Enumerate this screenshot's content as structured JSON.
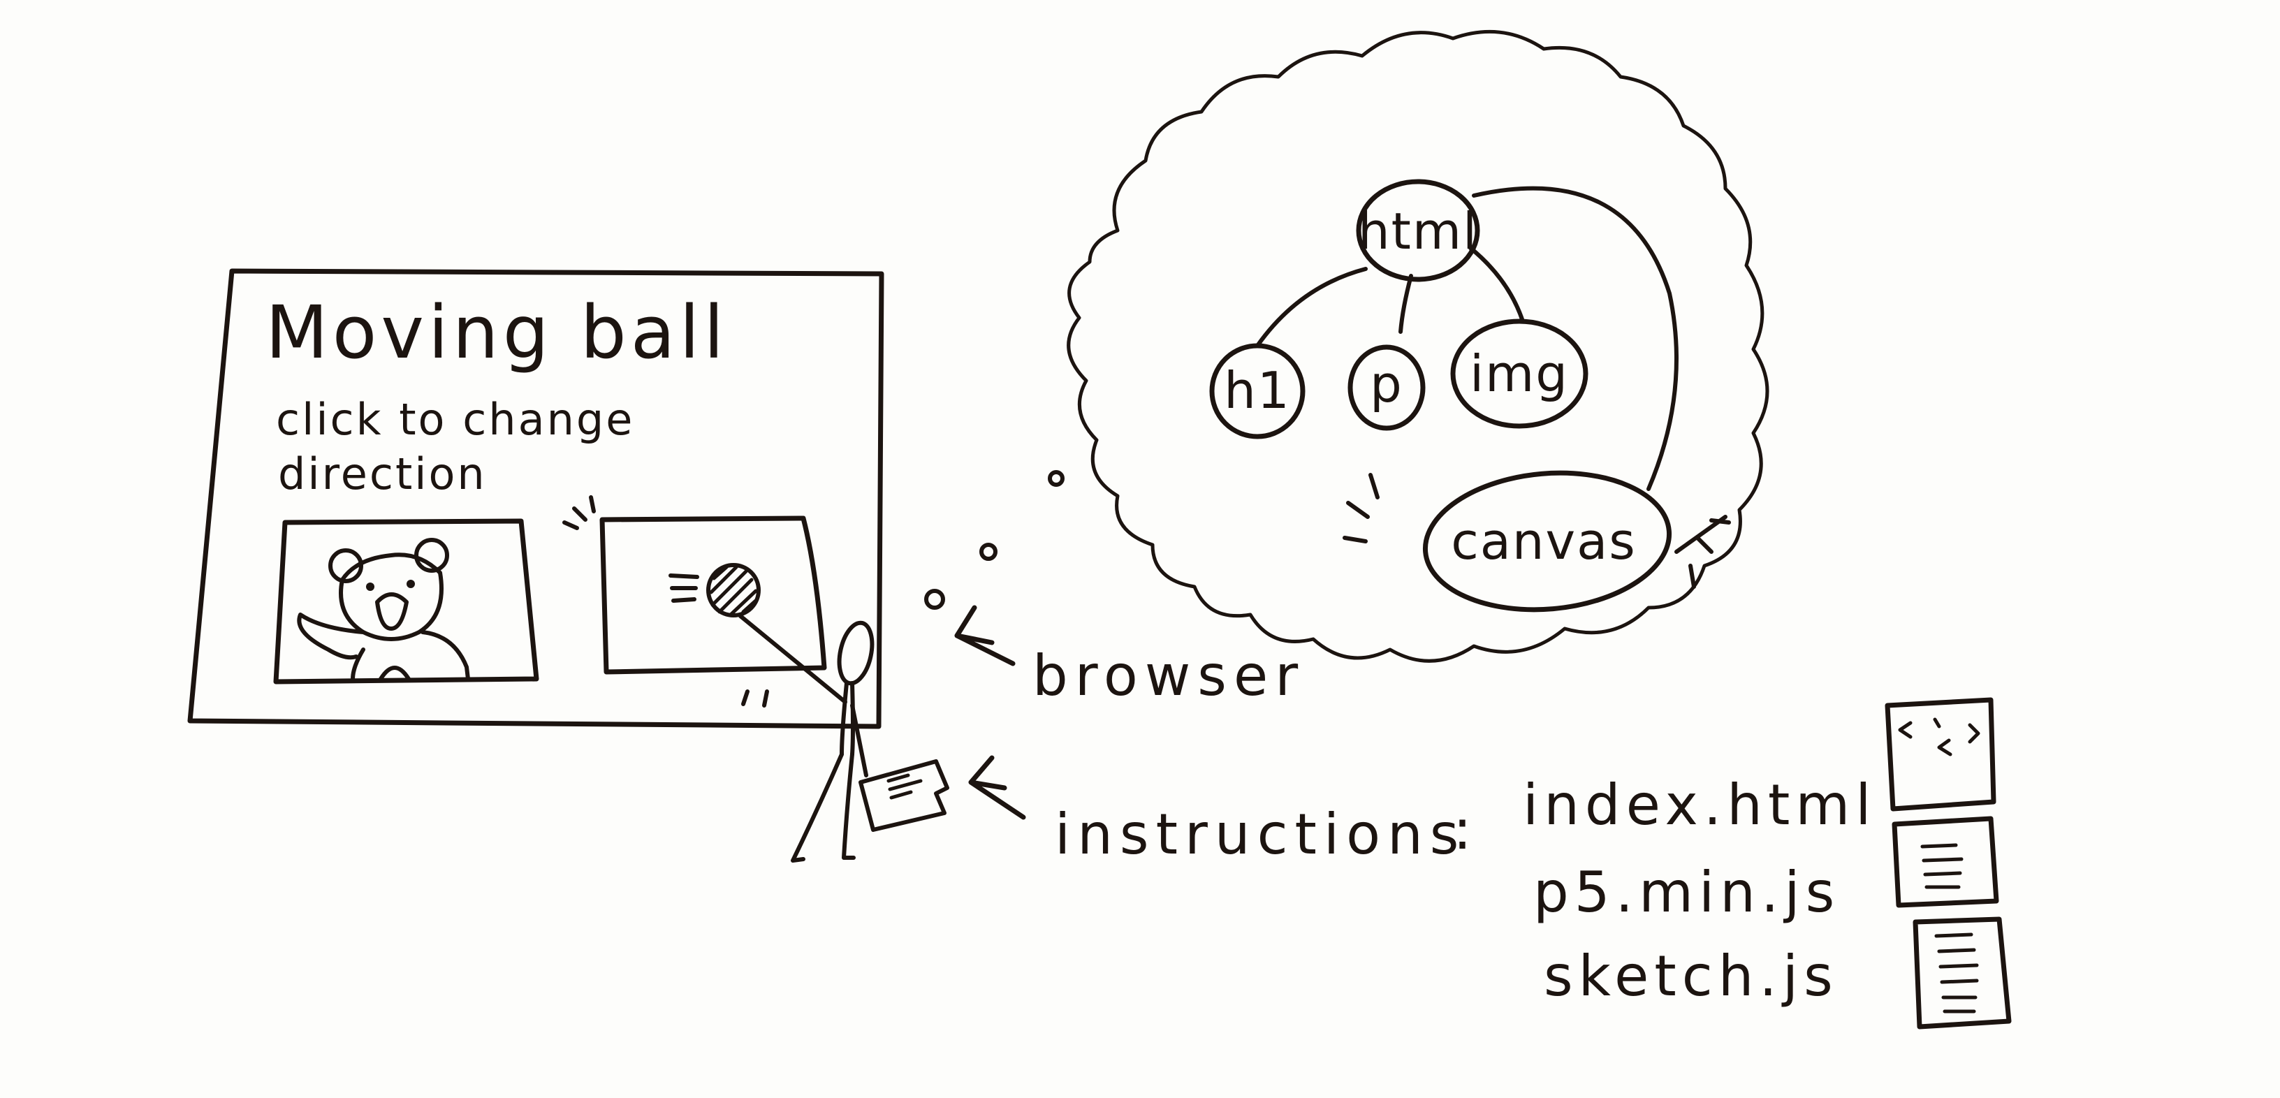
{
  "webpage": {
    "title": "Moving ball",
    "subtitle_line1": "click to change",
    "subtitle_line2": "direction"
  },
  "dom_tree": {
    "root": "html",
    "children": [
      "h1",
      "p",
      "img",
      "canvas"
    ]
  },
  "labels": {
    "browser": "browser",
    "instructions": "instructions",
    "separator": ":"
  },
  "files": [
    {
      "name": "index.html",
      "icon": "code-file-icon"
    },
    {
      "name": "p5.min.js",
      "icon": "text-file-icon"
    },
    {
      "name": "sketch.js",
      "icon": "text-file-icon"
    }
  ],
  "colors": {
    "ink": "#1c1410",
    "paper": "#fdfdfb"
  }
}
